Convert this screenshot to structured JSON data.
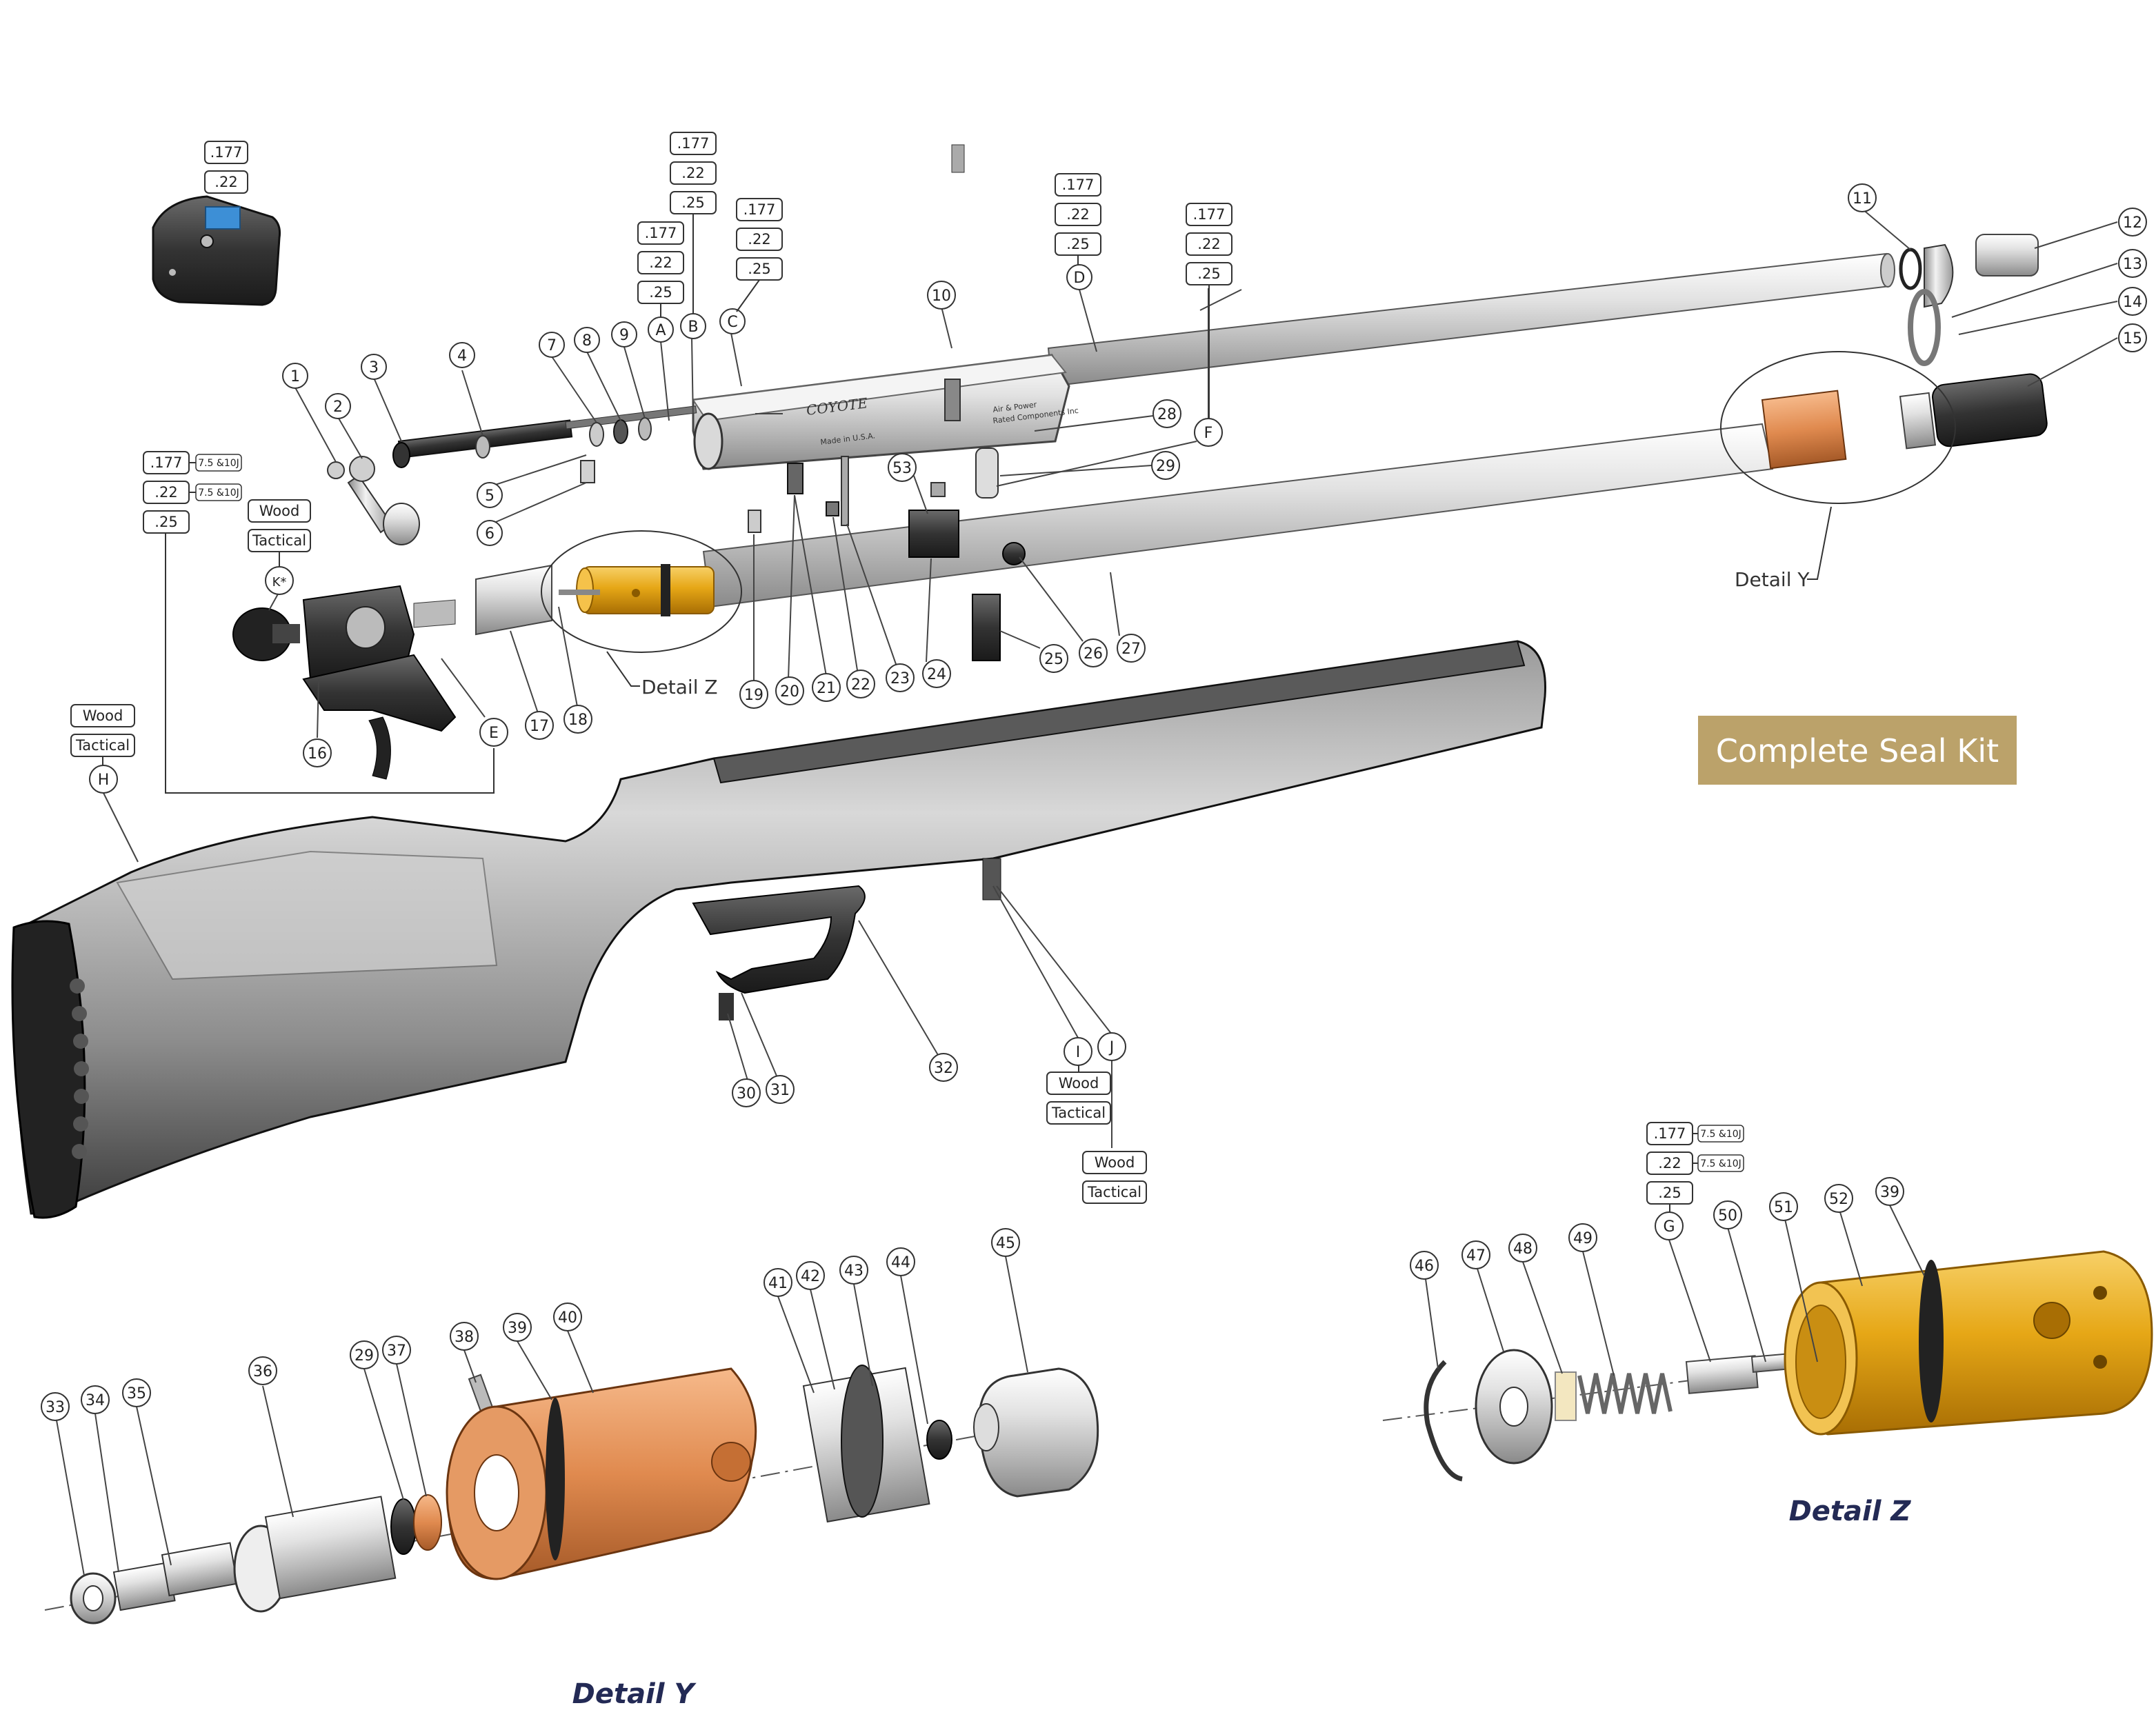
{
  "seal_kit_label": "Complete Seal Kit",
  "callouts": {
    "c1": "1",
    "c2": "2",
    "c3": "3",
    "c4": "4",
    "c5": "5",
    "c6": "6",
    "c7": "7",
    "c8": "8",
    "c9": "9",
    "c10": "10",
    "c11": "11",
    "c12": "12",
    "c13": "13",
    "c14": "14",
    "c15": "15",
    "c16": "16",
    "c17": "17",
    "c18": "18",
    "c19": "19",
    "c20": "20",
    "c21": "21",
    "c22": "22",
    "c23": "23",
    "c24": "24",
    "c25": "25",
    "c26": "26",
    "c27": "27",
    "c28": "28",
    "c29": "29",
    "c30": "30",
    "c31": "31",
    "c32": "32",
    "c33": "33",
    "c34": "34",
    "c35": "35",
    "c36": "36",
    "c37": "37",
    "c38": "38",
    "c39": "39",
    "c40": "40",
    "c41": "41",
    "c42": "42",
    "c43": "43",
    "c44": "44",
    "c45": "45",
    "c46": "46",
    "c47": "47",
    "c48": "48",
    "c49": "49",
    "c50": "50",
    "c51": "51",
    "c52": "52",
    "c53": "53",
    "c29b": "29",
    "c39b": "39",
    "A": "A",
    "B": "B",
    "C": "C",
    "D": "D",
    "E": "E",
    "F": "F",
    "G": "G",
    "H": "H",
    "I": "I",
    "J": "J",
    "K": "K*"
  },
  "calibers": {
    "c177": ".177",
    "c22": ".22",
    "c25": ".25"
  },
  "energy_note": "7.5 &10J",
  "stock_options": {
    "wood": "Wood",
    "tactical": "Tactical"
  },
  "detail_labels": {
    "y": "Detail Y",
    "z": "Detail Z"
  },
  "engraving": {
    "brand": "COYOTE",
    "origin": "Made in U.S.A.",
    "maker_line1": "Air & Power",
    "maker_line2": "Rated Components Inc"
  }
}
